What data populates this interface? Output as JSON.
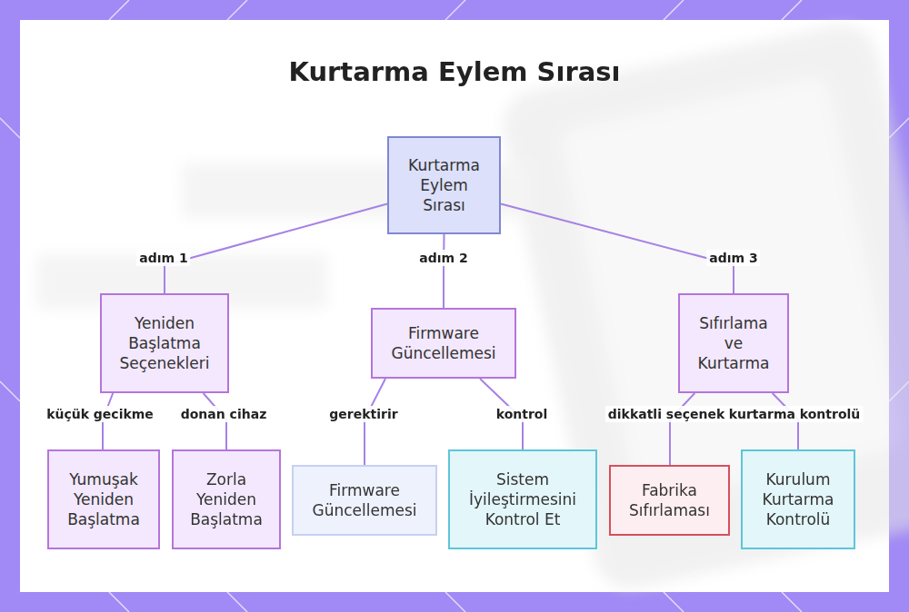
{
  "diagram": {
    "title": "Kurtarma Eylem Sırası",
    "nodes": [
      {
        "text": [
          "Kurtarma Eylem Sırası"
        ]
      },
      {
        "text": [
          "Yeniden Başlatma Seçenekleri"
        ]
      },
      {
        "text": [
          "Firmware Güncellemesi"
        ]
      },
      {
        "text": [
          "Sıfırlama ve Kurtarma"
        ]
      },
      {
        "text": [
          "Yumuşak Yeniden Başlatma"
        ]
      },
      {
        "text": [
          "Zorla Yeniden Başlatma"
        ]
      },
      {
        "text": [
          "Firmware Güncellemesi"
        ]
      },
      {
        "text": [
          "Sistem İyileştirmesini Kontrol Et"
        ]
      },
      {
        "text": [
          "Fabrika Sıfırlaması"
        ]
      },
      {
        "text": [
          "Kurulum Kurtarma Kontrolü"
        ]
      }
    ],
    "edges": [
      {
        "from": 0,
        "to": 1,
        "label": "adım 1",
        "arrow": "none"
      },
      {
        "from": 0,
        "to": 2,
        "label": "adım 2",
        "arrow": "none"
      },
      {
        "from": 0,
        "to": 3,
        "label": "adım 3",
        "arrow": "none"
      },
      {
        "from": 1,
        "to": 4,
        "label": "küçük gecikme",
        "arrow": "none"
      },
      {
        "from": 1,
        "to": 5,
        "label": "donan cihaz",
        "arrow": "none"
      },
      {
        "from": 2,
        "to": 6,
        "label": "gerektirir",
        "arrow": "none"
      },
      {
        "from": 2,
        "to": 7,
        "label": "kontrol",
        "arrow": "none"
      },
      {
        "from": 3,
        "to": 8,
        "label": "dikkatli seçenek",
        "arrow": "none"
      },
      {
        "from": 3,
        "to": 9,
        "label": "kurtarma kontrolü",
        "arrow": "none"
      }
    ]
  }
}
